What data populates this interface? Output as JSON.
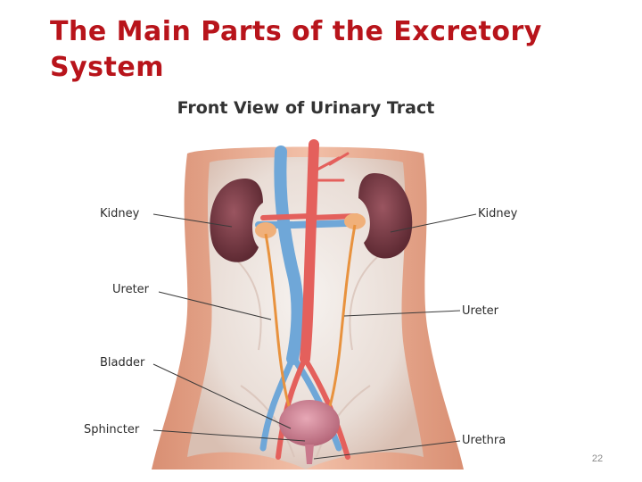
{
  "slide": {
    "title": "The Main Parts of the Excretory System",
    "page_number": "22"
  },
  "diagram": {
    "heading": "Front View of Urinary Tract",
    "labels": {
      "kidney_left": "Kidney",
      "kidney_right": "Kidney",
      "ureter_left": "Ureter",
      "ureter_right": "Ureter",
      "bladder": "Bladder",
      "sphincter": "Sphincter",
      "urethra": "Urethra"
    }
  },
  "colors": {
    "title": "#b8141b",
    "skin": "#e8a98e",
    "kidney": "#7a3a44",
    "vein": "#6fa7d8",
    "artery": "#e4605c",
    "ureter": "#e8923e",
    "bladder": "#c9798c"
  }
}
